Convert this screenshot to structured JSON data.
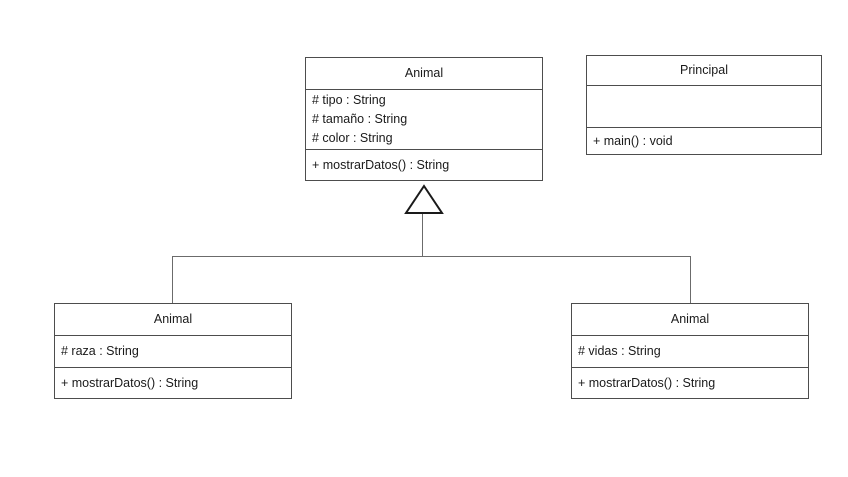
{
  "diagram": {
    "type": "uml-class-diagram",
    "background_color": "#ffffff",
    "line_color": "#6b6b6b",
    "border_color": "#4d4d4d",
    "text_color": "#1a1a1a",
    "classes": [
      {
        "id": "animal-parent",
        "name": "Animal",
        "attributes": [
          "# tipo : String",
          "# tamaño : String",
          "# color : String"
        ],
        "operations": [
          "+ mostrarDatos() : String"
        ]
      },
      {
        "id": "principal",
        "name": "Principal",
        "attributes": [],
        "operations": [
          "+ main() : void"
        ]
      },
      {
        "id": "animal-child-left",
        "name": "Animal",
        "attributes": [
          "# raza : String"
        ],
        "operations": [
          "+ mostrarDatos() : String"
        ]
      },
      {
        "id": "animal-child-right",
        "name": "Animal",
        "attributes": [
          "# vidas : String"
        ],
        "operations": [
          "+ mostrarDatos() : String"
        ]
      }
    ],
    "relationships": [
      {
        "type": "generalization",
        "label": "",
        "from": "animal-child-left",
        "to": "animal-parent"
      },
      {
        "type": "generalization",
        "label": "",
        "from": "animal-child-right",
        "to": "animal-parent"
      }
    ]
  }
}
